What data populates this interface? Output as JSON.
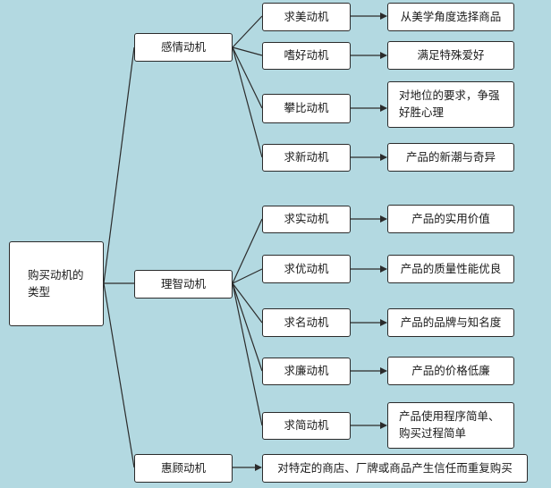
{
  "root": {
    "label": "购买动机的类型"
  },
  "groups": [
    {
      "label": "感情动机",
      "children": [
        {
          "label": "求美动机",
          "desc": "从美学角度选择商品"
        },
        {
          "label": "嗜好动机",
          "desc": "满足特殊爱好"
        },
        {
          "label": "攀比动机",
          "desc": "对地位的要求，争强好胜心理"
        },
        {
          "label": "求新动机",
          "desc": "产品的新潮与奇异"
        }
      ]
    },
    {
      "label": "理智动机",
      "children": [
        {
          "label": "求实动机",
          "desc": "产品的实用价值"
        },
        {
          "label": "求优动机",
          "desc": "产品的质量性能优良"
        },
        {
          "label": "求名动机",
          "desc": "产品的品牌与知名度"
        },
        {
          "label": "求廉动机",
          "desc": "产品的价格低廉"
        },
        {
          "label": "求简动机",
          "desc": "产品使用程序简单、购买过程简单"
        }
      ]
    },
    {
      "label": "惠顾动机",
      "children": [
        {
          "label": "对特定的商店、厂牌或商品产生信任而重复购买"
        }
      ]
    }
  ],
  "colors": {
    "background": "#b3d9e1",
    "box": "#ffffff",
    "line": "#2b2b2b"
  }
}
